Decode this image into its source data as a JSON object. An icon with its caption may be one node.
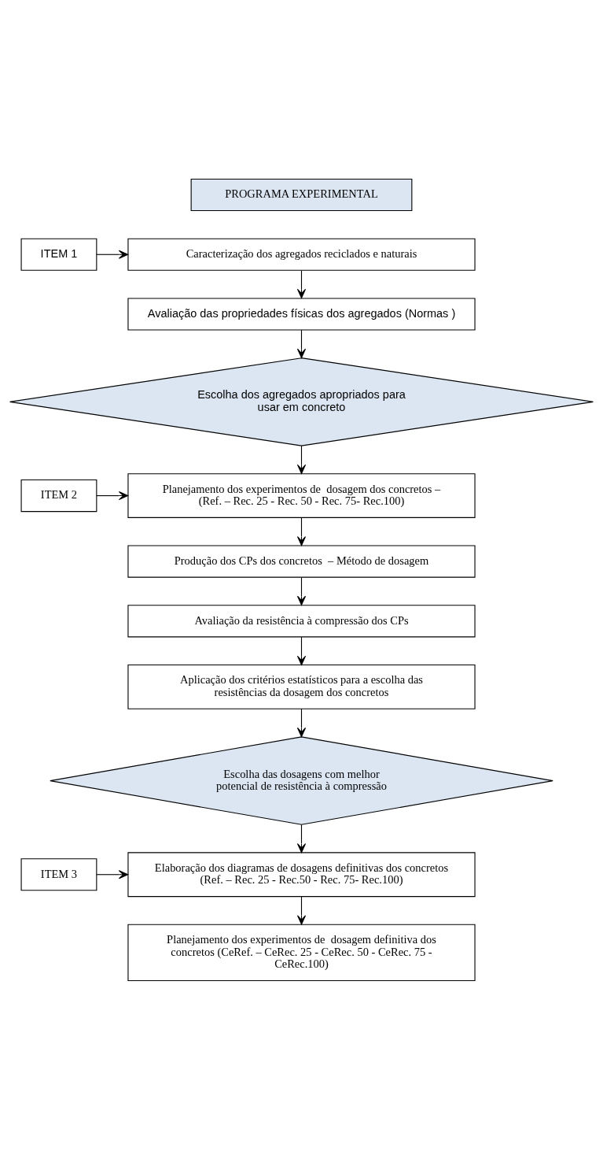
{
  "diagram": {
    "nodes": [
      {
        "text": [
          "PROGRAMA EXPERIMENTAL"
        ]
      },
      {
        "text": [
          "ITEM 1"
        ]
      },
      {
        "text": [
          "Caracterização dos agregados reciclados e naturais"
        ]
      },
      {
        "text": [
          "Avaliação das propriedades físicas dos agregados (Normas )"
        ]
      },
      {
        "text": [
          "Escolha dos agregados apropriados para usar em concreto"
        ]
      },
      {
        "text": [
          "ITEM 2"
        ]
      },
      {
        "text": [
          "Planejamento dos experimentos de  dosagem dos concretos – (Ref. – Rec. 25 - Rec. 50 - Rec. 75- Rec.100)"
        ]
      },
      {
        "text": [
          "Produção dos CPs dos concretos  – Método de dosagem"
        ]
      },
      {
        "text": [
          "Avaliação da resistência à compressão dos CPs"
        ]
      },
      {
        "text": [
          "Aplicação dos critérios estatísticos para a escolha das resistências da dosagem dos concretos"
        ]
      },
      {
        "text": [
          "Escolha das dosagens com melhor potencial de resistência à compressão"
        ]
      },
      {
        "text": [
          "ITEM 3"
        ]
      },
      {
        "text": [
          "Elaboração dos diagramas de dosagens definitivas dos concretos (Ref. – Rec. 25 - Rec.50 - Rec. 75- Rec.100)"
        ]
      },
      {
        "text": [
          "Planejamento dos experimentos de  dosagem definitiva dos concretos (CeRef. – CeRec. 25 - CeRec. 50 - CeRec. 75 - CeRec.100)"
        ]
      }
    ],
    "edges": [
      {
        "from": 1,
        "to": 2,
        "arrow": "to"
      },
      {
        "from": 2,
        "to": 3,
        "arrow": "to"
      },
      {
        "from": 3,
        "to": 4,
        "arrow": "to"
      },
      {
        "from": 4,
        "to": 6,
        "arrow": "to"
      },
      {
        "from": 5,
        "to": 6,
        "arrow": "to"
      },
      {
        "from": 6,
        "to": 7,
        "arrow": "to"
      },
      {
        "from": 7,
        "to": 8,
        "arrow": "to"
      },
      {
        "from": 8,
        "to": 9,
        "arrow": "to"
      },
      {
        "from": 9,
        "to": 10,
        "arrow": "to"
      },
      {
        "from": 10,
        "to": 12,
        "arrow": "to"
      },
      {
        "from": 11,
        "to": 12,
        "arrow": "to"
      },
      {
        "from": 12,
        "to": 13,
        "arrow": "to"
      }
    ]
  }
}
